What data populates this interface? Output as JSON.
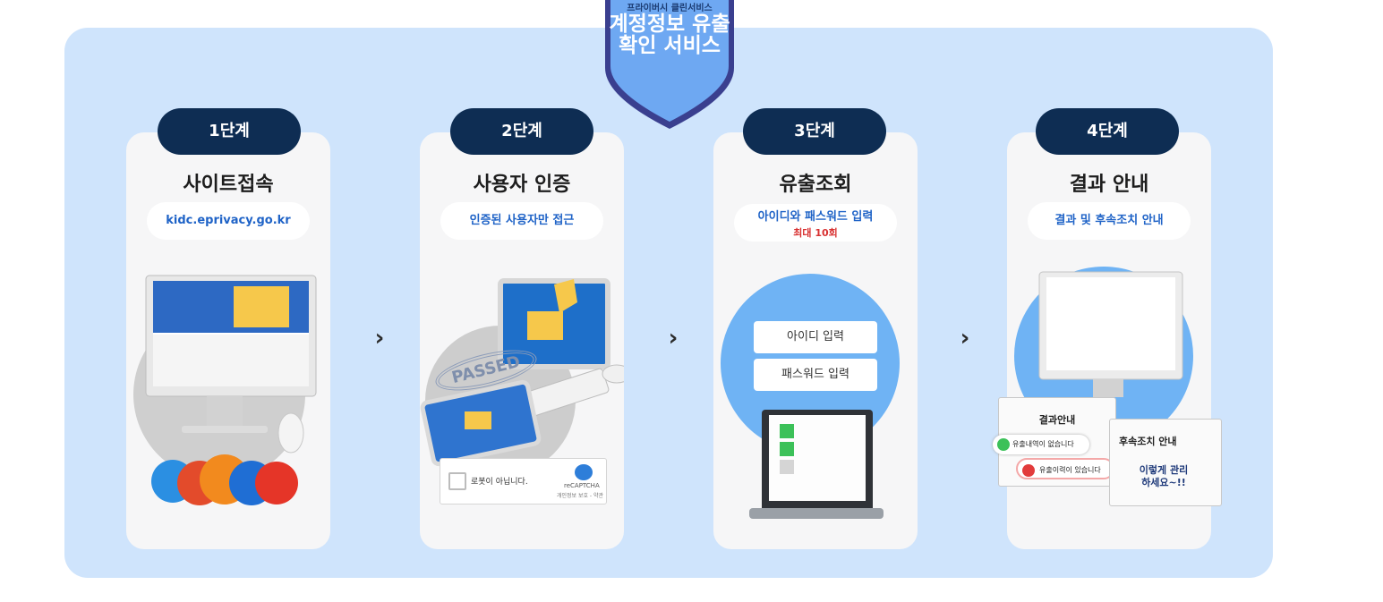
{
  "header": {
    "badge_small": "프라이버시 클린서비스",
    "badge_title": "계정정보 유출확인 서비스"
  },
  "steps": [
    {
      "step": "1단계",
      "title": "사이트접속",
      "sub": "kidc.eprivacy.go.kr"
    },
    {
      "step": "2단계",
      "title": "사용자 인증",
      "sub": "인증된 사용자만 접근",
      "captcha_label": "로봇이 아닙니다.",
      "captcha_brand": "reCAPTCHA",
      "captcha_terms": "개인정보 보호 - 약관",
      "stamp": "PASSED"
    },
    {
      "step": "3단계",
      "title": "유출조회",
      "sub": "아이디와 패스워드 입력",
      "sub_note": "최대 10회",
      "field_id": "아이디 입력",
      "field_pw": "패스워드 입력"
    },
    {
      "step": "4단계",
      "title": "결과 안내",
      "sub": "결과 및 후속조치 안내",
      "result_title": "결과안내",
      "result_ok": "유출내역이 없습니다",
      "result_bad": "유출이력이 있습니다",
      "follow_title": "후속조치 안내",
      "follow_text": "이렇게 관리하세요~!!"
    }
  ],
  "arrows": [
    "›",
    "›",
    "›"
  ],
  "colors": {
    "panel": "#cfe4fc",
    "pill": "#0e2d53",
    "link": "#1f63c7",
    "warn": "#d83030",
    "shield": "#6ea8f2"
  }
}
